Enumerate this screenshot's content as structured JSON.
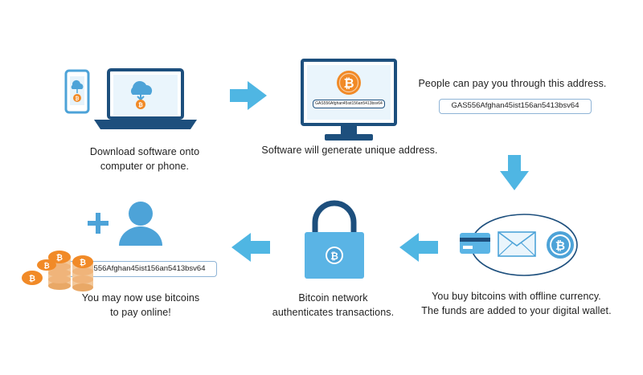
{
  "step1": {
    "caption_line1": "Download software onto",
    "caption_line2": "computer or phone."
  },
  "step2": {
    "caption": "Software will generate unique address.",
    "screen_address": "GAS556Afghan45ist156an5413bsv64"
  },
  "step3": {
    "caption": "People can pay you through this address.",
    "address": "GAS556Afghan45ist156an5413bsv64"
  },
  "step4": {
    "caption_line1": "You buy bitcoins with offline currency.",
    "caption_line2": "The funds are added to your digital wallet."
  },
  "step5": {
    "caption_line1": "Bitcoin network",
    "caption_line2": "authenticates transactions."
  },
  "step6": {
    "caption_line1": "You may now use bitcoins",
    "caption_line2": "to pay online!",
    "address": "GAS556Afghan45ist156an5413bsv64"
  },
  "colors": {
    "accent_blue": "#4da3d8",
    "light_blue": "#5ab4e5",
    "orange": "#f18a27",
    "arrow": "#4fb6e3",
    "navy": "#1d4f7d"
  }
}
